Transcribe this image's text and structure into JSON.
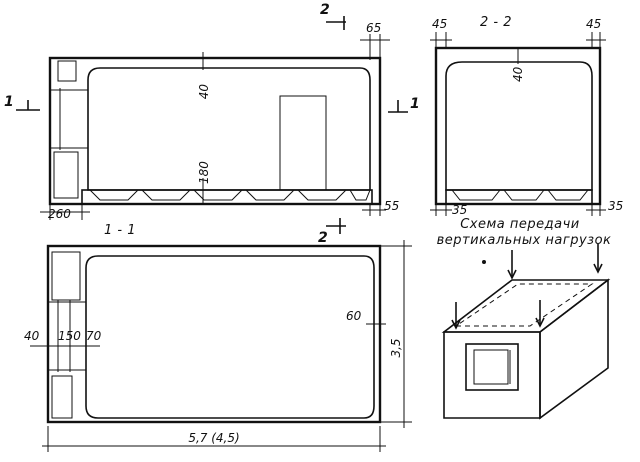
{
  "labels": {
    "section_1_1": "1 - 1",
    "section_2_2": "2 - 2",
    "section_mark_1": "1",
    "section_mark_2": "2",
    "dim_65": "65",
    "dim_45_left": "45",
    "dim_45_right": "45",
    "dim_40_a": "40",
    "dim_40_b": "40",
    "dim_40_c": "40",
    "dim_180": "180",
    "dim_260": "260",
    "dim_55": "55",
    "dim_35_left": "35",
    "dim_35_right": "35",
    "dim_60": "60",
    "dim_150": "150",
    "dim_70": "70",
    "dim_35_total": "3,5",
    "dim_57": "5,7 (4,5)",
    "scheme_line1": "Схема передачи",
    "scheme_line2": "вертикальных нагрузок"
  }
}
